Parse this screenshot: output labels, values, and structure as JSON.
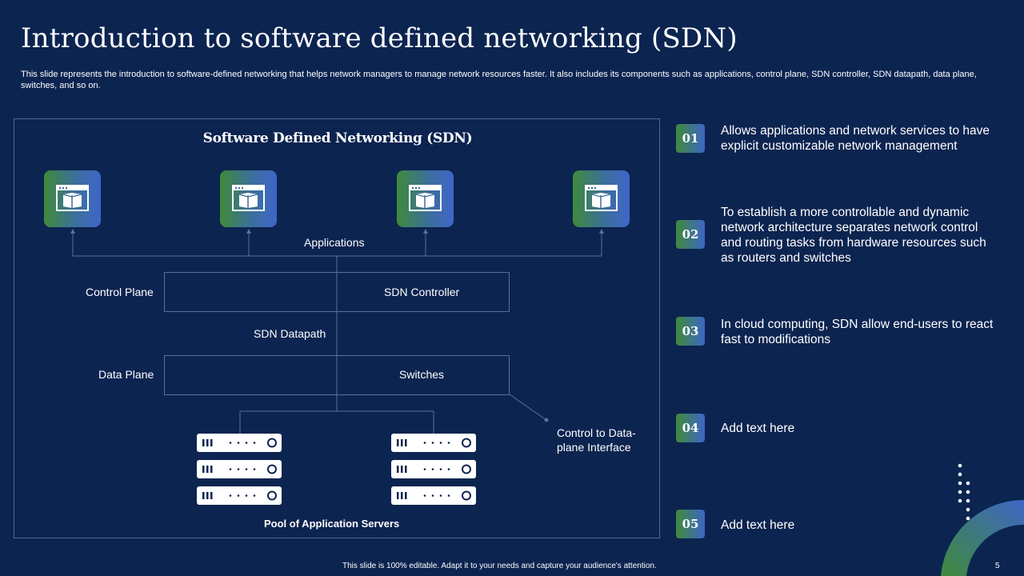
{
  "slide": {
    "title": "Introduction to software defined networking (SDN)",
    "subtitle": "This slide represents the introduction to software-defined networking that helps network managers to manage network resources faster. It also includes its components such as applications, control plane, SDN controller, SDN datapath, data plane, switches, and so on.",
    "footer": "This slide is 100% editable.  Adapt it to your needs and capture your audience's attention.",
    "page_number": "5"
  },
  "diagram": {
    "title": "Software Defined Networking (SDN)",
    "applications_label": "Applications",
    "control_plane_label": "Control Plane",
    "sdn_controller_label": "SDN Controller",
    "sdn_datapath_label": "SDN Datapath",
    "data_plane_label": "Data Plane",
    "switches_label": "Switches",
    "interface_label_1": "Control to Data-",
    "interface_label_2": "plane Interface",
    "pool_label": "Pool of Application Servers",
    "app_icon": "browser-window-box-icon",
    "server_icon": "server-rack-icon"
  },
  "points": [
    {
      "num": "01",
      "text": "Allows applications and network services to have explicit customizable network management"
    },
    {
      "num": "02",
      "text": "To establish a more controllable and dynamic network architecture separates network control and routing tasks from hardware resources such as routers and switches"
    },
    {
      "num": "03",
      "text": "In cloud computing, SDN allow end-users to react fast to modifications"
    },
    {
      "num": "04",
      "text": "Add text here"
    },
    {
      "num": "05",
      "text": "Add text here"
    }
  ],
  "colors": {
    "background": "#0c2450",
    "accent_green": "#3f8a3a",
    "accent_blue": "#3e66c6"
  }
}
